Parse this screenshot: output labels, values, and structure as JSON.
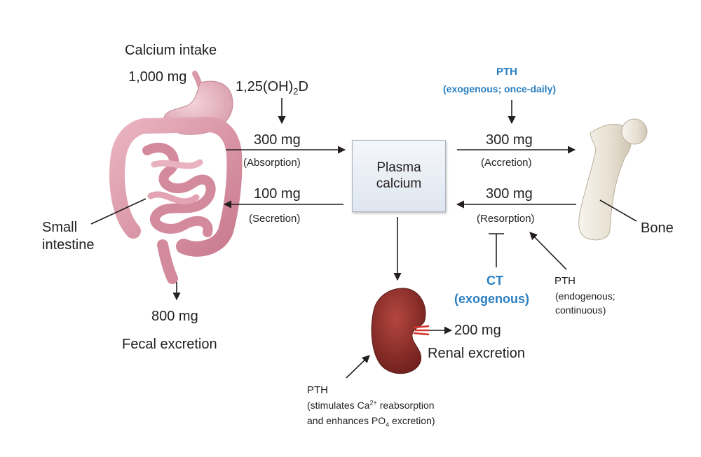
{
  "intake": {
    "title": "Calcium intake",
    "amount": "1,000 mg"
  },
  "vitamin_d": {
    "main": "1,25(OH)",
    "sub": "2",
    "tail": "D"
  },
  "absorption": {
    "amount": "300 mg",
    "label": "(Absorption)"
  },
  "secretion": {
    "amount": "100 mg",
    "label": "(Secretion)"
  },
  "plasma": {
    "line1": "Plasma",
    "line2": "calcium"
  },
  "small_intestine": {
    "line1": "Small",
    "line2": "intestine"
  },
  "fecal": {
    "amount": "800 mg",
    "label": "Fecal excretion"
  },
  "pth_exogenous": {
    "title": "PTH",
    "note": "(exogenous; once-daily)"
  },
  "accretion": {
    "amount": "300 mg",
    "label": "(Accretion)"
  },
  "resorption": {
    "amount": "300 mg",
    "label": "(Resorption)"
  },
  "bone": {
    "label": "Bone"
  },
  "ct": {
    "line1": "CT",
    "line2": "(exogenous)"
  },
  "pth_endogenous": {
    "title": "PTH",
    "line1": "(endogenous;",
    "line2": "continuous)"
  },
  "renal": {
    "amount": "200 mg",
    "label": "Renal excretion"
  },
  "pth_kidney": {
    "title": "PTH",
    "line1_a": "(stimulates Ca",
    "line1_sup": "2+",
    "line1_b": " reabsorption",
    "line2_a": "and enhances PO",
    "line2_sub": "4",
    "line2_b": " excretion)"
  },
  "colors": {
    "blue_label": "#2a7fc1",
    "organ_pink": "#e3a3b4",
    "kidney_red": "#8e2f2b",
    "bone": "#ece6da"
  }
}
